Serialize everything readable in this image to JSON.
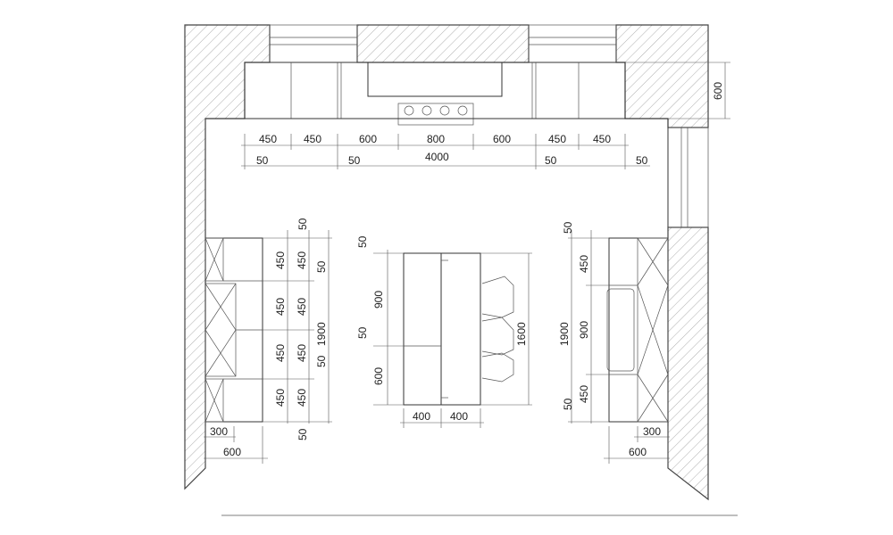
{
  "drawing": {
    "top_labels": [
      "450",
      "450",
      "600",
      "800",
      "600",
      "450",
      "450"
    ],
    "top_total": "4000",
    "top_gap_labels": [
      "50",
      "50",
      "50",
      "50"
    ],
    "upper_depth": "600",
    "left_wall": {
      "side_labels": [
        "50",
        "450",
        "50",
        "450",
        "450",
        "50",
        "450",
        "50"
      ],
      "inner_labels": [
        "450",
        "450",
        "450",
        "450"
      ],
      "total": "1900",
      "bottom_depth_small": "300",
      "bottom_depth": "600"
    },
    "island": {
      "left_labels": [
        "50",
        "900",
        "50",
        "600"
      ],
      "total": "1600",
      "bottom_labels": [
        "400",
        "400"
      ]
    },
    "right_wall": {
      "labels": [
        "50",
        "450",
        "900",
        "450",
        "50"
      ],
      "total": "1900",
      "bottom_depth_small": "300",
      "bottom_depth": "600"
    }
  }
}
